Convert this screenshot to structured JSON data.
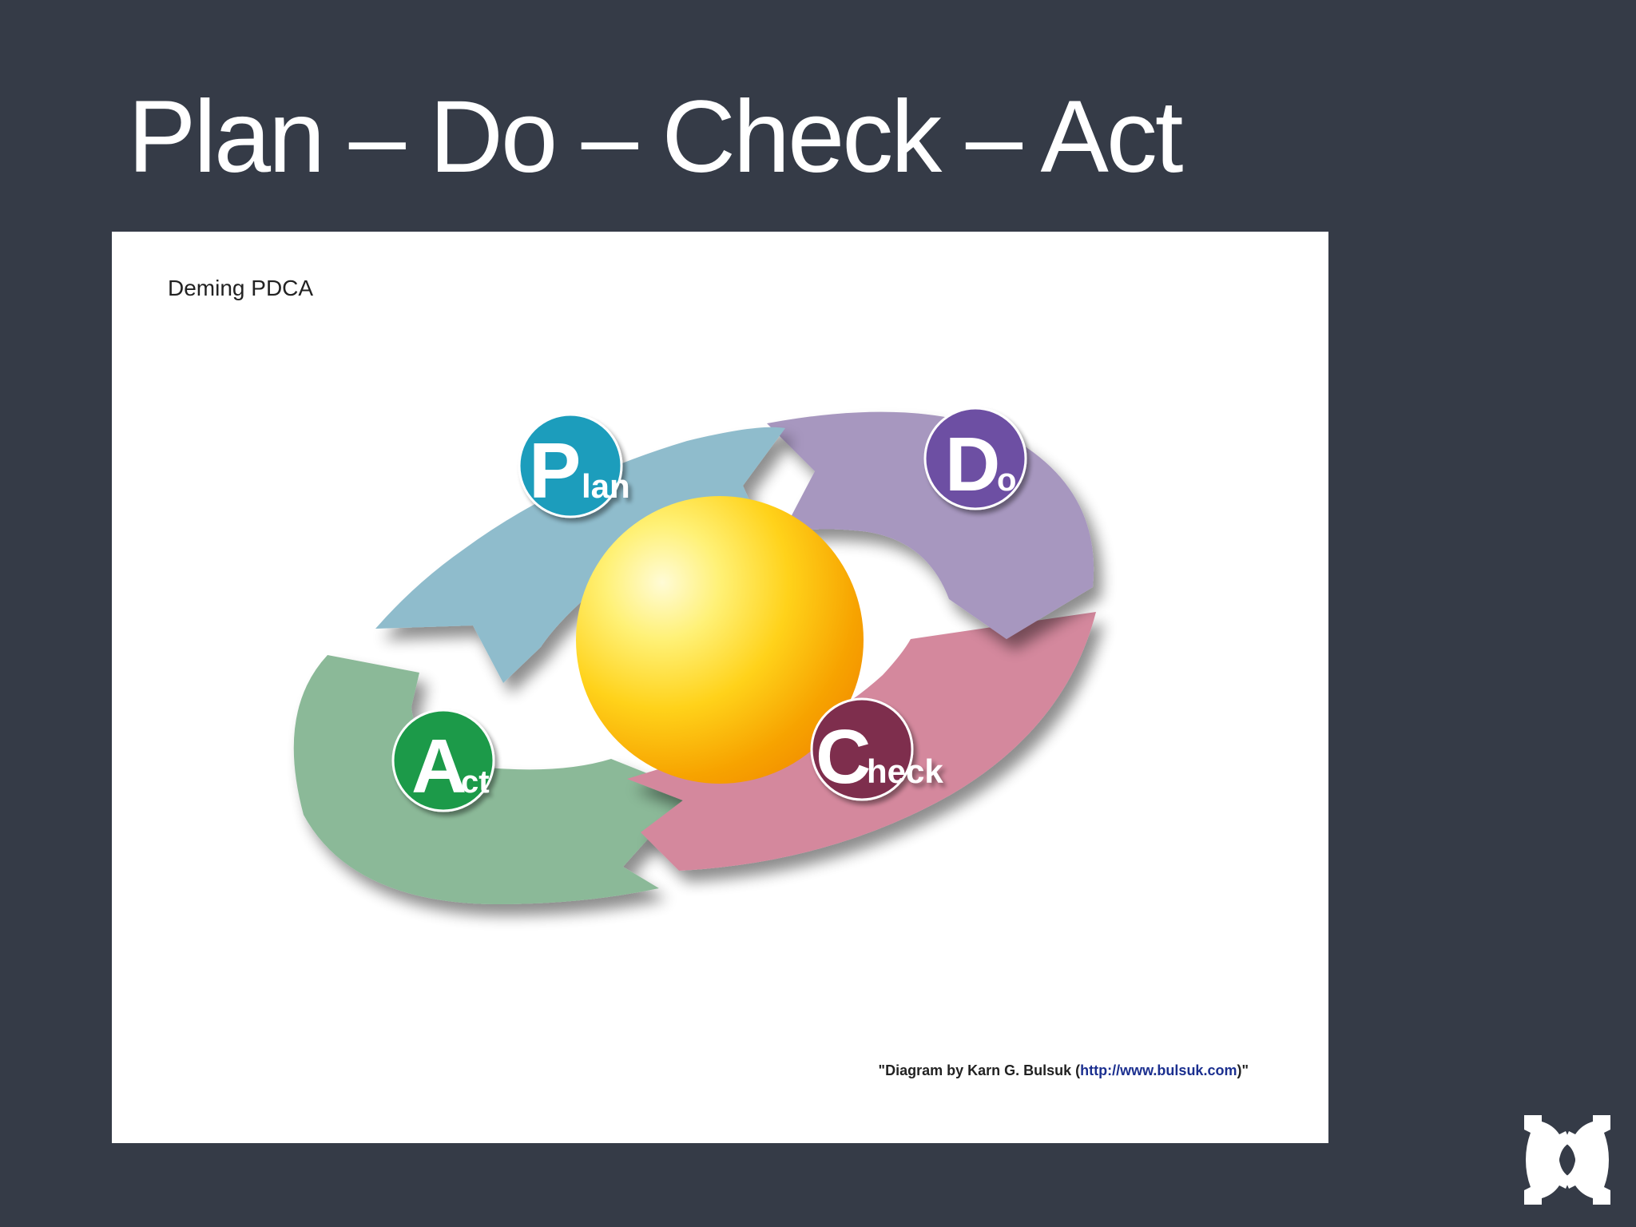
{
  "slide": {
    "title": "Plan – Do – Check – Act"
  },
  "figure": {
    "label": "Deming PDCA",
    "credit_prefix": "\"Diagram by Karn G. Bulsuk (",
    "credit_link": "http://www.bulsuk.com",
    "credit_suffix": ")\""
  },
  "cycle": {
    "plan": {
      "initial": "P",
      "rest": "lan",
      "color": "#8fbccc",
      "badge_color": "#1e9dbc"
    },
    "do": {
      "initial": "D",
      "rest": "o",
      "color": "#a797bf",
      "badge_color": "#6d4fa3"
    },
    "check": {
      "initial": "C",
      "rest": "heck",
      "color": "#d4889d",
      "badge_color": "#7e2e4d"
    },
    "act": {
      "initial": "A",
      "rest": "ct",
      "color": "#8bb998",
      "badge_color": "#1a9a4a"
    },
    "center_color": "#ffd21a"
  },
  "branding": {
    "logo_icon": "gear-x-logo-icon",
    "background": "#353b47"
  }
}
